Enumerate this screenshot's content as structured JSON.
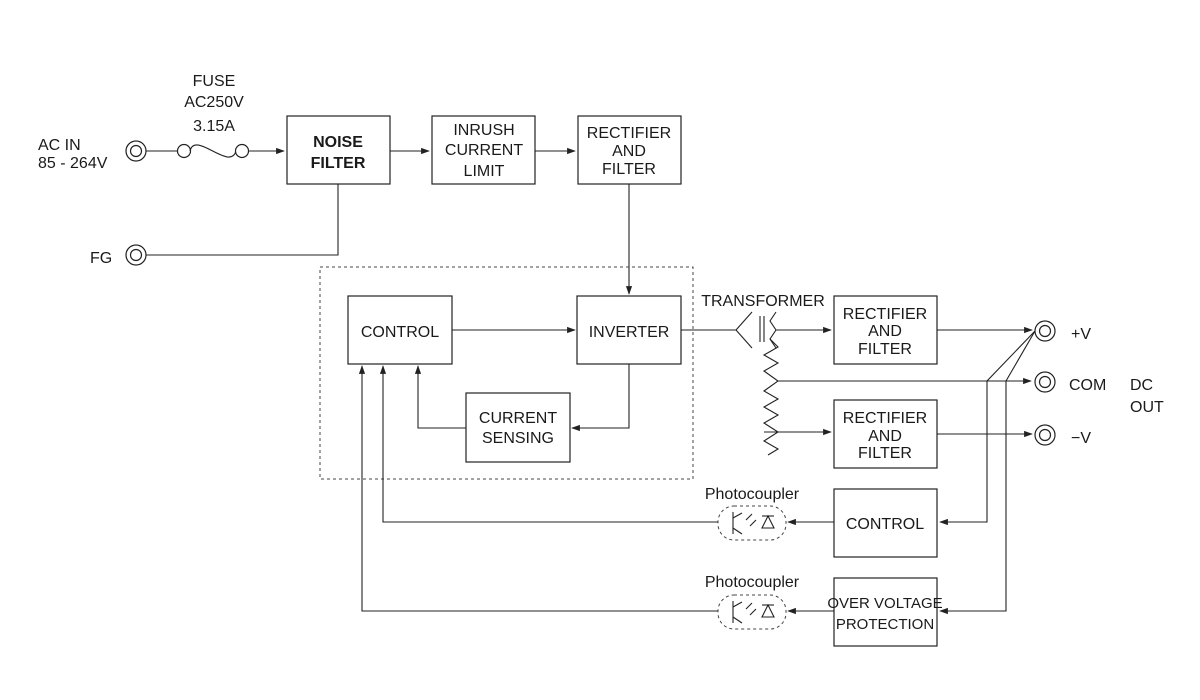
{
  "input": {
    "ac_in": "AC IN",
    "ac_range": "85 - 264V",
    "fg": "FG"
  },
  "fuse": {
    "title": "FUSE",
    "rating": "AC250V",
    "current": "3.15A"
  },
  "blocks": {
    "noise_filter": [
      "NOISE",
      "FILTER"
    ],
    "inrush": [
      "INRUSH",
      "CURRENT",
      "LIMIT"
    ],
    "rectifier_primary": [
      "RECTIFIER",
      "AND",
      "FILTER"
    ],
    "control_primary": "CONTROL",
    "inverter": "INVERTER",
    "current_sensing": [
      "CURRENT",
      "SENSING"
    ],
    "transformer": "TRANSFORMER",
    "rectifier_pos": [
      "RECTIFIER",
      "AND",
      "FILTER"
    ],
    "rectifier_neg": [
      "RECTIFIER",
      "AND",
      "FILTER"
    ],
    "control_secondary": "CONTROL",
    "ovp": [
      "OVER VOLTAGE",
      "PROTECTION"
    ]
  },
  "photocoupler_1": "Photocoupler",
  "photocoupler_2": "Photocoupler",
  "outputs": {
    "pos": "+V",
    "com": "COM",
    "neg": "−V",
    "dc": "DC",
    "out": "OUT"
  }
}
